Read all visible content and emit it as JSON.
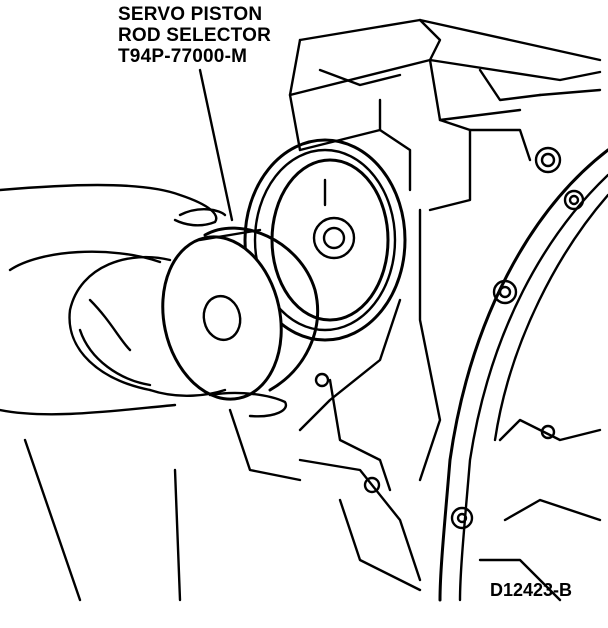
{
  "callout": {
    "lines": [
      "SERVO PISTON",
      "ROD SELECTOR",
      "T94P-77000-M"
    ]
  },
  "figure_id": "D12423-B"
}
